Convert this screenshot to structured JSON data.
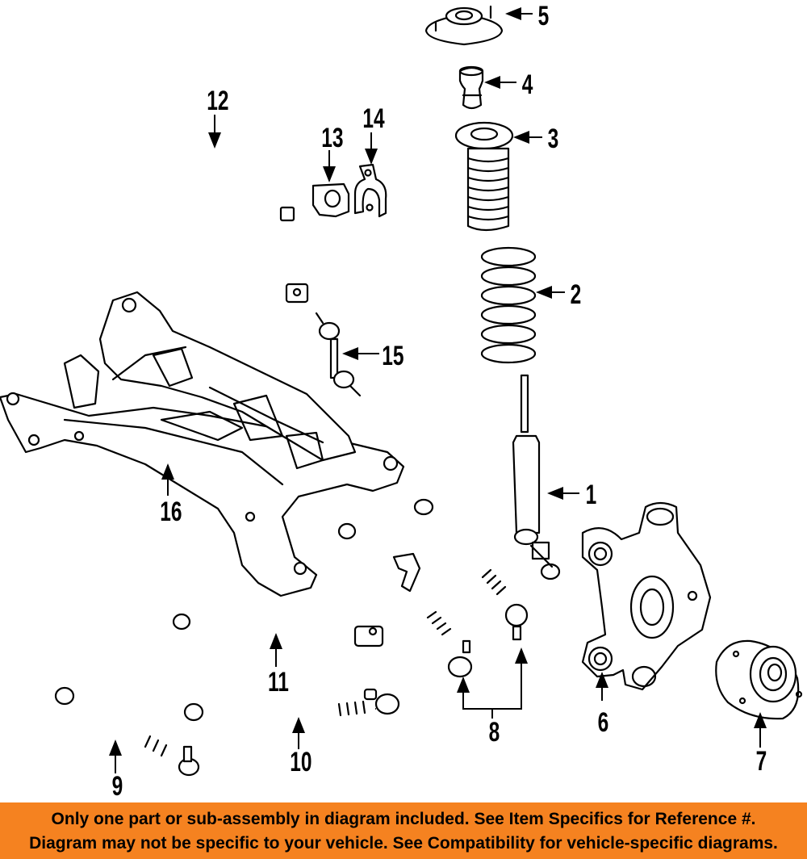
{
  "diagram": {
    "callouts": [
      {
        "id": "1",
        "label": "1"
      },
      {
        "id": "2",
        "label": "2"
      },
      {
        "id": "3",
        "label": "3"
      },
      {
        "id": "4",
        "label": "4"
      },
      {
        "id": "5",
        "label": "5"
      },
      {
        "id": "6",
        "label": "6"
      },
      {
        "id": "7",
        "label": "7"
      },
      {
        "id": "8",
        "label": "8"
      },
      {
        "id": "9",
        "label": "9"
      },
      {
        "id": "10",
        "label": "10"
      },
      {
        "id": "11",
        "label": "11"
      },
      {
        "id": "12",
        "label": "12"
      },
      {
        "id": "13",
        "label": "13"
      },
      {
        "id": "14",
        "label": "14"
      },
      {
        "id": "15",
        "label": "15"
      },
      {
        "id": "16",
        "label": "16"
      }
    ]
  },
  "footer": {
    "line1": "Only one part or sub-assembly in diagram included. See Item Specifics for Reference #.",
    "line2": "Diagram may not be specific to your vehicle. See Compatibility for vehicle-specific diagrams.",
    "background_color": "#F58220"
  }
}
